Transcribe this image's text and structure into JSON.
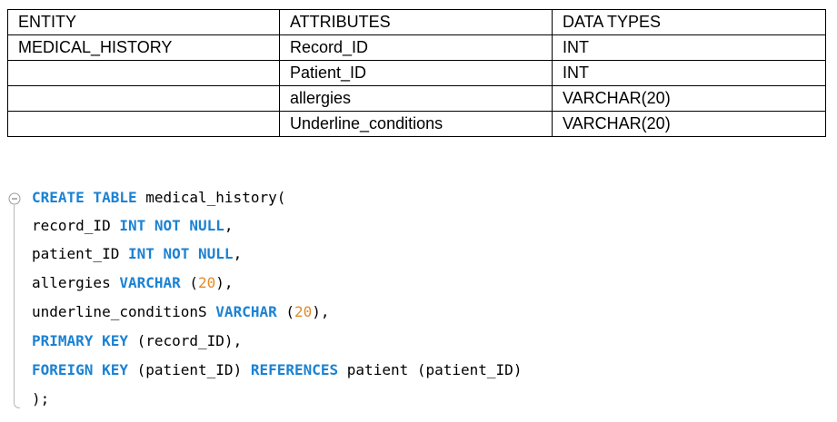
{
  "entity_table": {
    "headers": [
      "ENTITY",
      "ATTRIBUTES",
      "DATA TYPES"
    ],
    "rows": [
      [
        "MEDICAL_HISTORY",
        "Record_ID",
        "INT"
      ],
      [
        "",
        "Patient_ID",
        "INT"
      ],
      [
        "",
        "allergies",
        "VARCHAR(20)"
      ],
      [
        "",
        "Underline_conditions",
        "VARCHAR(20)"
      ]
    ]
  },
  "sql": {
    "line1": {
      "kw": "CREATE TABLE",
      "rest": " medical_history("
    },
    "line2": {
      "name": "record_ID ",
      "kw": "INT NOT NULL",
      "end": ","
    },
    "line3": {
      "name": "patient_ID ",
      "kw": "INT NOT NULL",
      "end": ","
    },
    "line4": {
      "name": "allergies ",
      "kw": "VARCHAR",
      "open": " (",
      "num": "20",
      "end": "),"
    },
    "line5": {
      "name": "underline_conditionS ",
      "kw": "VARCHAR",
      "open": " (",
      "num": "20",
      "end": "),"
    },
    "line6": {
      "kw": "PRIMARY KEY",
      "rest": " (record_ID),"
    },
    "line7": {
      "kw1": "FOREIGN KEY",
      "mid": " (patient_ID) ",
      "kw2": "REFERENCES",
      "rest": " patient (patient_ID)"
    },
    "line8": {
      "text": ");"
    },
    "colors": {
      "keyword": "#1b82d3",
      "number": "#e28a2a"
    },
    "fold_icon": "collapse-minus-icon"
  }
}
